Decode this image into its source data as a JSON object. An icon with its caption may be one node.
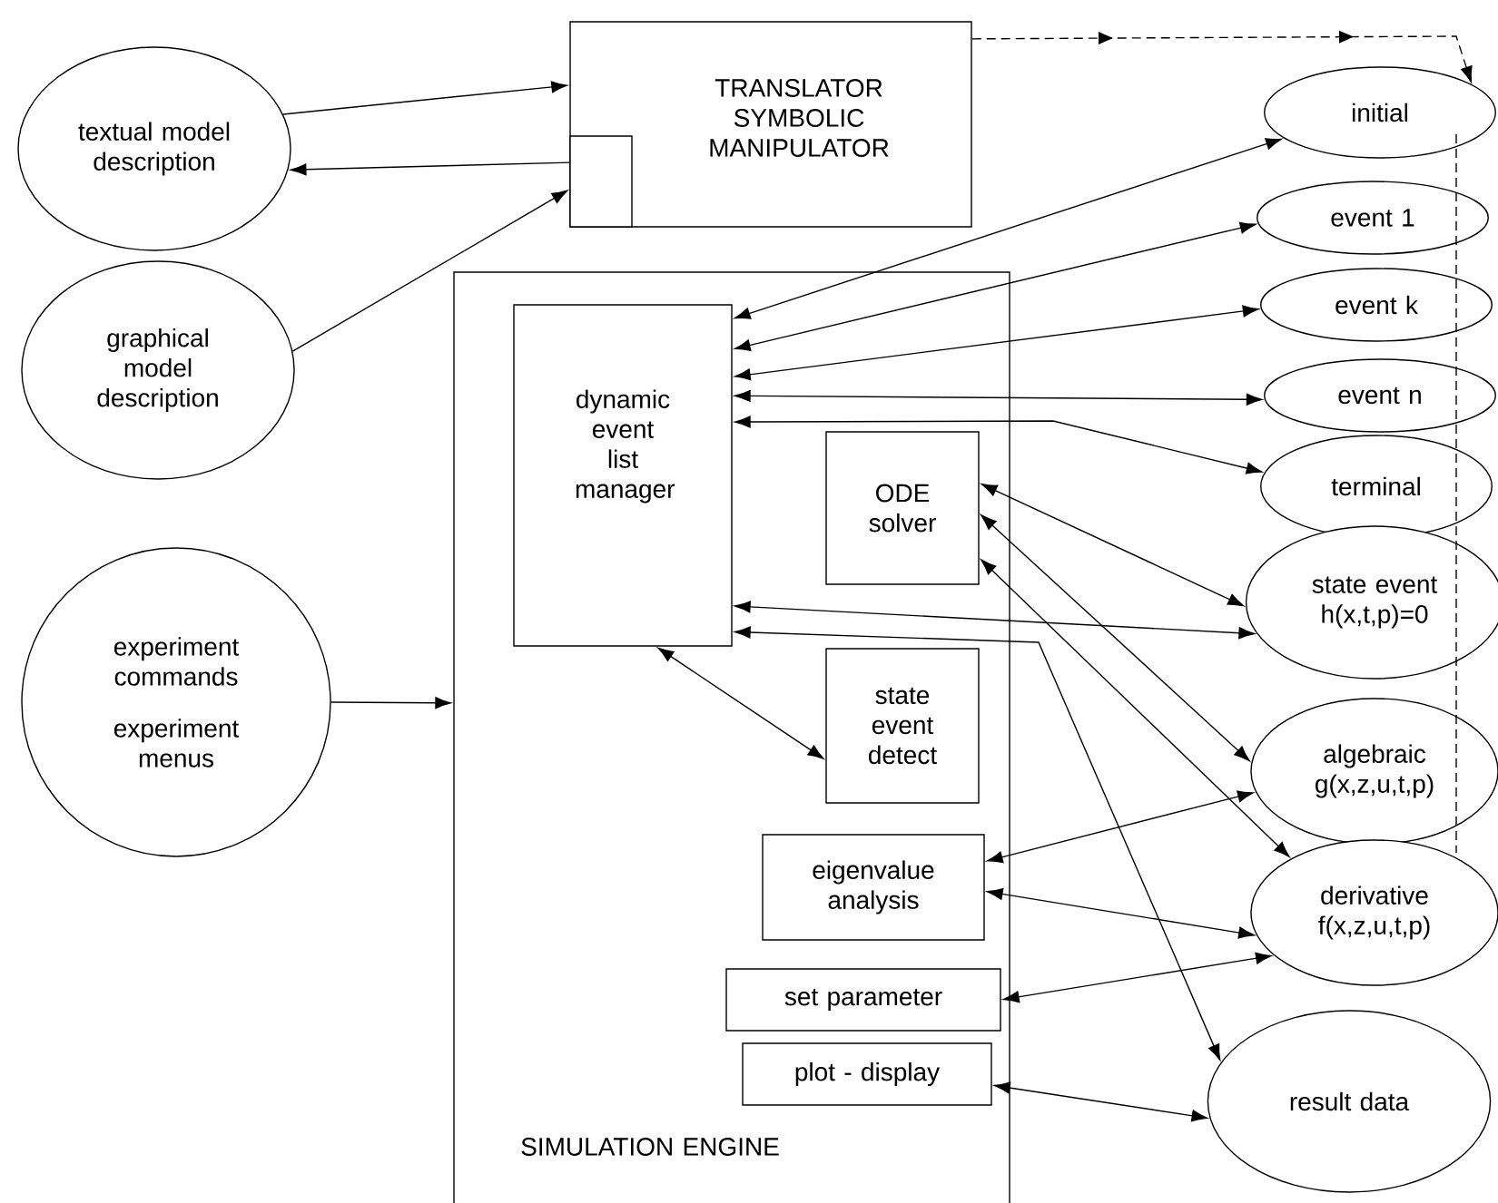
{
  "diagram": {
    "nodes": [
      {
        "text": [
          "textual model description"
        ]
      },
      {
        "text": [
          "graphical model description"
        ]
      },
      {
        "text": [
          "experiment commands",
          "experiment menus"
        ]
      },
      {
        "text": [
          "TRANSLATOR SYMBOLIC MANIPULATOR"
        ]
      },
      {
        "text": [],
        "shape": "box",
        "in": 3
      },
      {
        "text": [
          "SIMULATION ENGINE"
        ]
      },
      {
        "text": [
          "dynamic event list manager"
        ],
        "in": 5
      },
      {
        "text": [
          "ODE solver"
        ],
        "in": 5
      },
      {
        "text": [
          "state event detect"
        ],
        "in": 5
      },
      {
        "text": [
          "eigenvalue analysis"
        ],
        "in": 5
      },
      {
        "text": [
          "set parameter"
        ],
        "in": 5
      },
      {
        "text": [
          "plot - display"
        ],
        "in": 5
      },
      {
        "text": [
          "initial"
        ]
      },
      {
        "text": [
          "event 1"
        ]
      },
      {
        "text": [
          "event k"
        ]
      },
      {
        "text": [
          "event n"
        ]
      },
      {
        "text": [
          "terminal"
        ]
      },
      {
        "text": [
          "state event h(x,t,p)=0"
        ]
      },
      {
        "text": [
          "algebraic g(x,z,u,t,p)"
        ]
      },
      {
        "text": [
          "derivative f(x,z,u,t,p)"
        ]
      },
      {
        "text": [
          "result data"
        ]
      }
    ],
    "edges": [
      {
        "from": 0,
        "to": 3,
        "arrow": "to"
      },
      {
        "from": 4,
        "to": 0,
        "arrow": "to"
      },
      {
        "from": 1,
        "to": 4,
        "arrow": "to"
      },
      {
        "from": 2,
        "to": 5,
        "arrow": "to"
      },
      {
        "from": 6,
        "to": 12,
        "arrow": "both"
      },
      {
        "from": 6,
        "to": 13,
        "arrow": "both"
      },
      {
        "from": 6,
        "to": 14,
        "arrow": "both"
      },
      {
        "from": 6,
        "to": 15,
        "arrow": "both"
      },
      {
        "from": 6,
        "to": 16,
        "arrow": "both"
      },
      {
        "from": 7,
        "to": 17,
        "arrow": "both"
      },
      {
        "from": 7,
        "to": 18,
        "arrow": "both"
      },
      {
        "from": 7,
        "to": 19,
        "arrow": "both"
      },
      {
        "from": 6,
        "to": 17,
        "arrow": "both"
      },
      {
        "from": 6,
        "to": 20,
        "arrow": "both"
      },
      {
        "from": 6,
        "to": 8,
        "arrow": "both"
      },
      {
        "from": 9,
        "to": 18,
        "arrow": "both"
      },
      {
        "from": 9,
        "to": 19,
        "arrow": "both"
      },
      {
        "from": 10,
        "to": 19,
        "arrow": "both"
      },
      {
        "from": 11,
        "to": 20,
        "arrow": "both"
      },
      {
        "from": 3,
        "to": 12,
        "arrow": "to",
        "style": "dashed"
      }
    ]
  }
}
